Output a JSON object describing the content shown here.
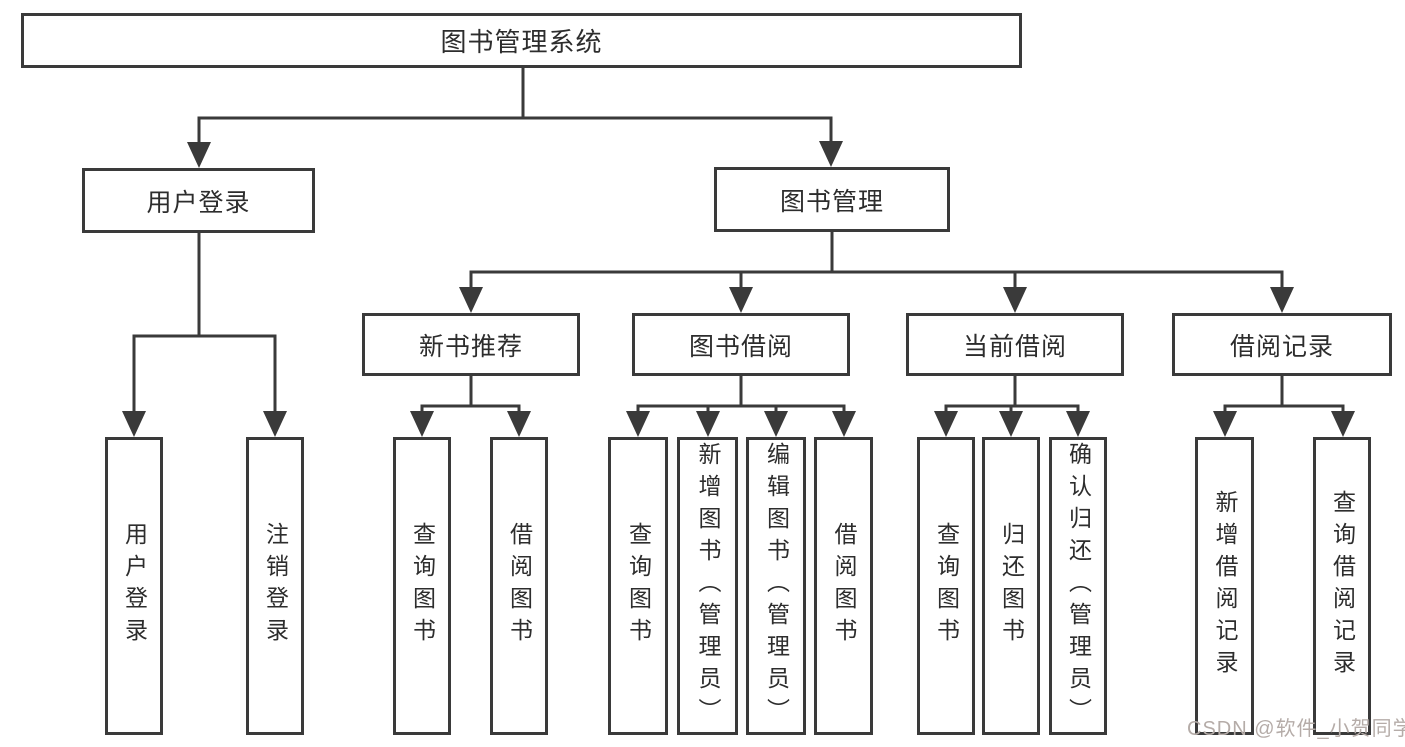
{
  "diagram_type": "hierarchy-tree",
  "tree": {
    "label": "图书管理系统",
    "children": [
      {
        "label": "用户登录",
        "children": [
          {
            "label": "用户登录"
          },
          {
            "label": "注销登录"
          }
        ]
      },
      {
        "label": "图书管理",
        "children": [
          {
            "label": "新书推荐",
            "children": [
              {
                "label": "查询图书"
              },
              {
                "label": "借阅图书"
              }
            ]
          },
          {
            "label": "图书借阅",
            "children": [
              {
                "label": "查询图书"
              },
              {
                "label": "新增图书（管理员）"
              },
              {
                "label": "编辑图书（管理员）"
              },
              {
                "label": "借阅图书"
              }
            ]
          },
          {
            "label": "当前借阅",
            "children": [
              {
                "label": "查询图书"
              },
              {
                "label": "归还图书"
              },
              {
                "label": "确认归还（管理员）"
              }
            ]
          },
          {
            "label": "借阅记录",
            "children": [
              {
                "label": "新增借阅记录"
              },
              {
                "label": "查询借阅记录"
              }
            ]
          }
        ]
      }
    ]
  },
  "watermark": "CSDN @软件_小贺同学",
  "colors": {
    "background": "#ffffff",
    "line": "#3a3a3a",
    "box_border": "#3a3a3a",
    "box_fill": "#ffffff",
    "text": "#2d2d2d",
    "watermark": "#b5aca8"
  }
}
